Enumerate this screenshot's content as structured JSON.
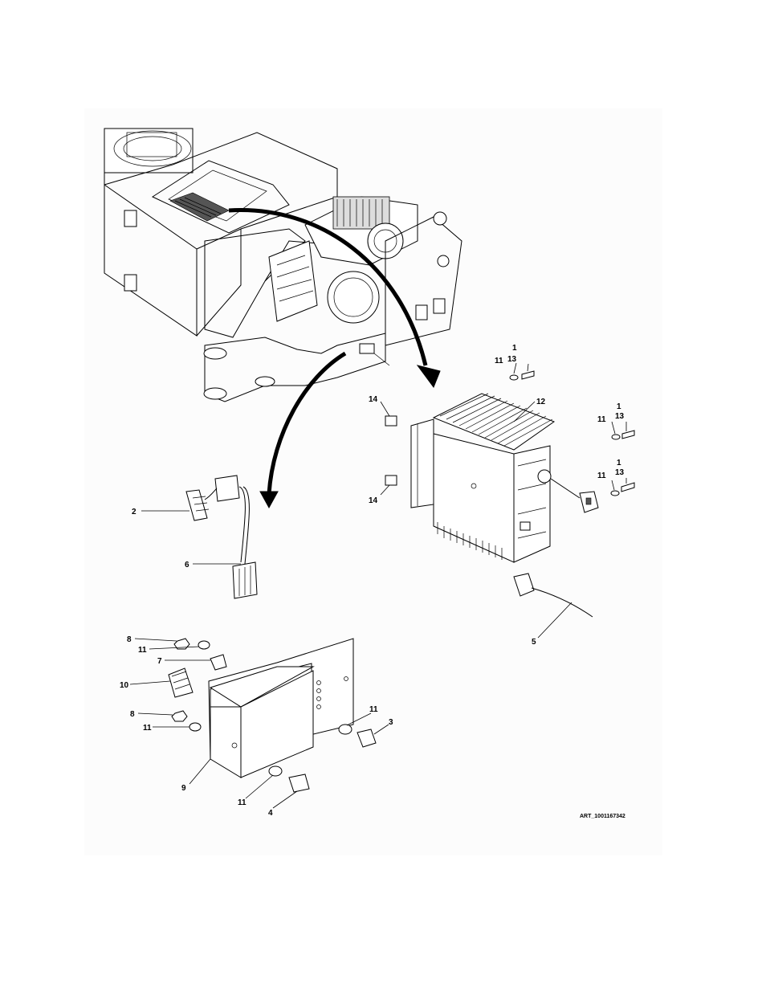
{
  "figure": {
    "art_id": "ART_1001167342"
  },
  "callouts": {
    "c1a": "1",
    "c13a": "13",
    "c11a": "11",
    "c12": "12",
    "c14a": "14",
    "c14b": "14",
    "c1b": "1",
    "c13b": "13",
    "c11b": "11",
    "c1c": "1",
    "c13c": "13",
    "c11c": "11",
    "c2": "2",
    "c6": "6",
    "c5": "5",
    "c8a": "8",
    "c11d": "11",
    "c7": "7",
    "c10": "10",
    "c8b": "8",
    "c11e": "11",
    "c11f": "11",
    "c3": "3",
    "c9": "9",
    "c11g": "11",
    "c4": "4"
  }
}
